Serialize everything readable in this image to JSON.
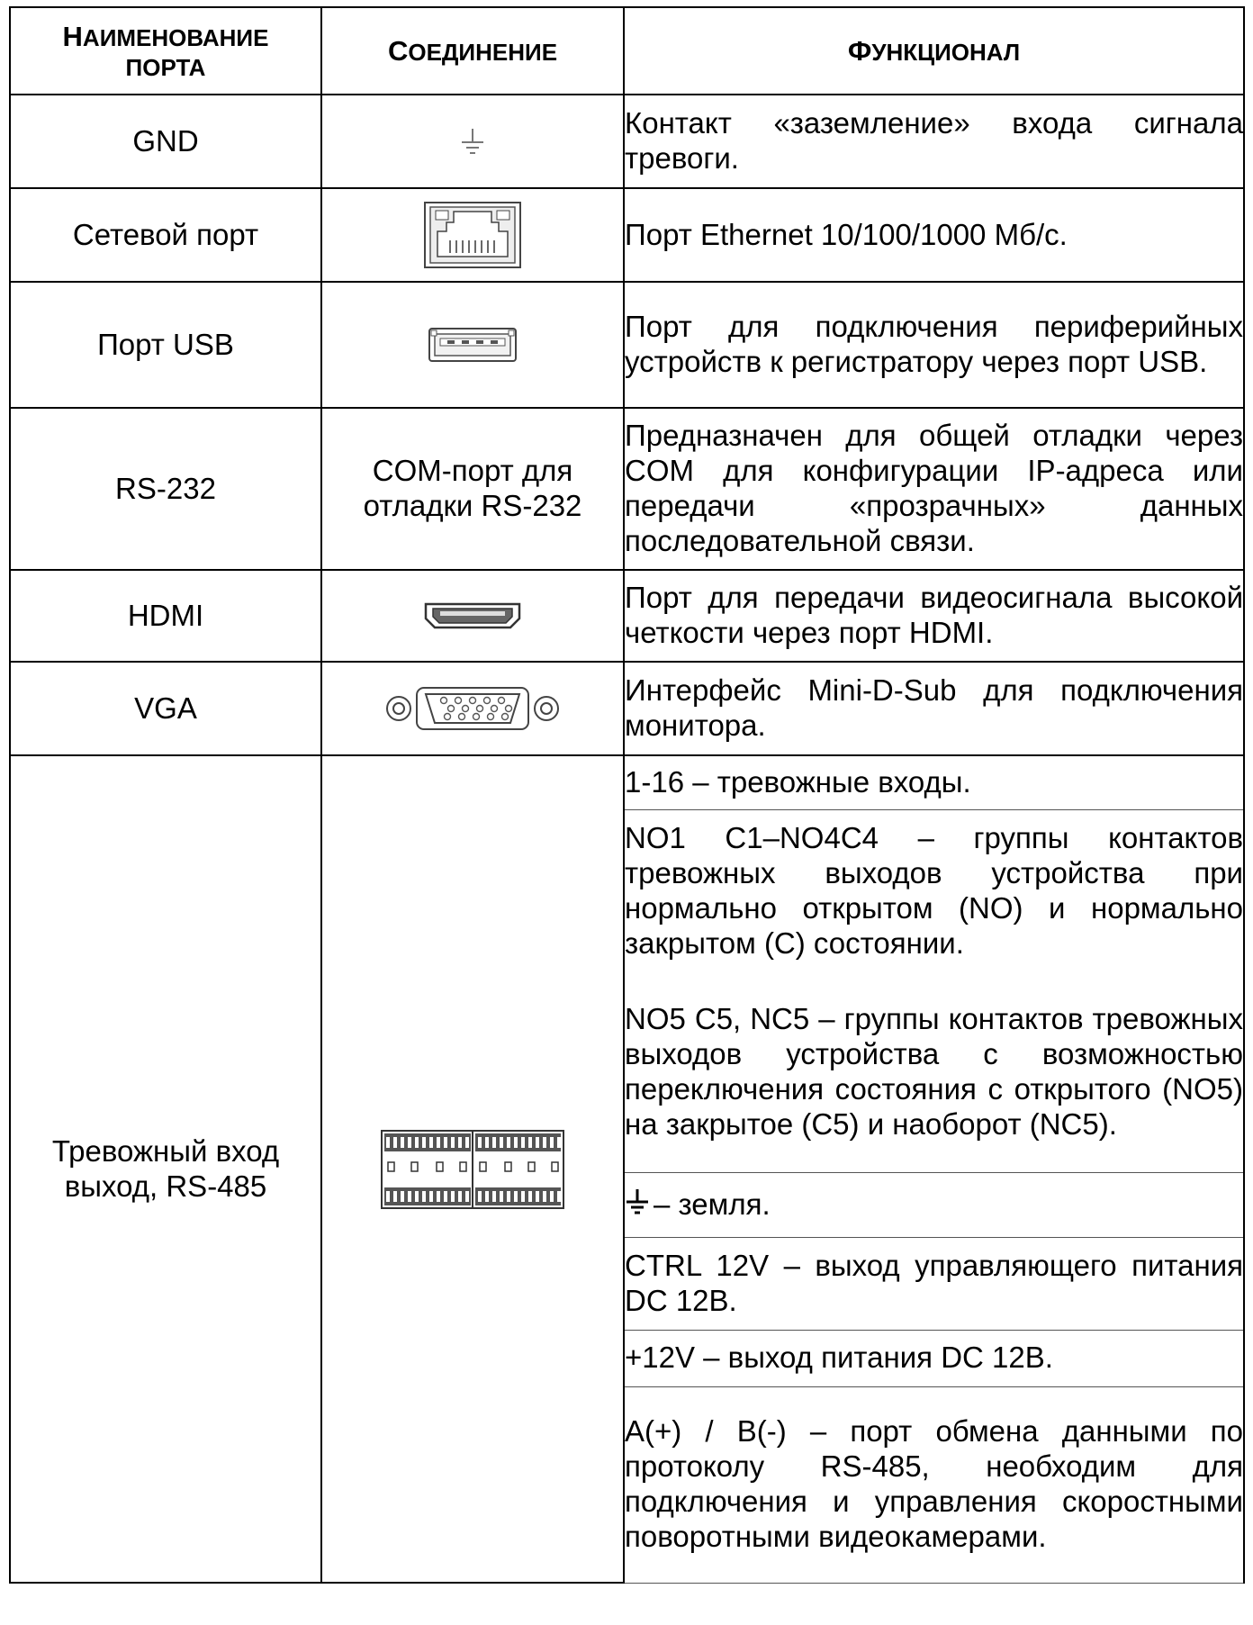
{
  "headers": {
    "port_big": "Н",
    "port_rest": "АИМЕНОВАНИЕ",
    "port_line2": "ПОРТА",
    "conn_big": "С",
    "conn_rest": "ОЕДИНЕНИЕ",
    "func_big": "Ф",
    "func_rest": "УНКЦИОНАЛ"
  },
  "rows": [
    {
      "port": "GND",
      "connection_icon": "ground-symbol-icon",
      "function": "Контакт «заземление» входа сигнала тревоги."
    },
    {
      "port": "Сетевой порт",
      "connection_icon": "ethernet-port-icon",
      "function": "Порт Ethernet 10/100/1000 Мб/с."
    },
    {
      "port": "Порт USB",
      "connection_icon": "usb-port-icon",
      "function": "Порт для подключения периферийных устройств к регистратору через порт USB."
    },
    {
      "port": "RS-232",
      "connection_line1": "COM-порт для",
      "connection_line2": "отладки RS-232",
      "function": "Предназначен для общей отладки через COM для конфигурации IP-адреса или передачи «прозрачных» данных последовательной связи."
    },
    {
      "port": "HDMI",
      "connection_icon": "hdmi-port-icon",
      "function": "Порт для передачи видеосигнала высокой четкости через порт HDMI."
    },
    {
      "port": "VGA",
      "connection_icon": "vga-port-icon",
      "function": "Интерфейс Mini-D-Sub для подключения монитора."
    }
  ],
  "alarm": {
    "port_line1": "Тревожный вход",
    "port_line2": "выход, RS-485",
    "connection_icon": "terminal-block-icon",
    "functions": [
      "1-16 – тревожные входы.",
      "NO1 C1–NO4C4 – группы контактов тревожных выходов устройства при нормально открытом (NO) и нормально закрытом (C) состоянии.",
      "NO5 C5, NC5 – группы контактов тревожных выходов устройства с возможностью переключения состояния с открытого (NO5) на закрытое (C5) и наоборот (NC5).",
      "– земля.",
      "CTRL 12V – выход управляющего питания DC 12В.",
      "+12V – выход питания DC 12В.",
      "А(+) / В(-) – порт обмена данными по протоколу RS-485, необходим для подключения и управления скоростными поворотными видеокамерами."
    ]
  }
}
